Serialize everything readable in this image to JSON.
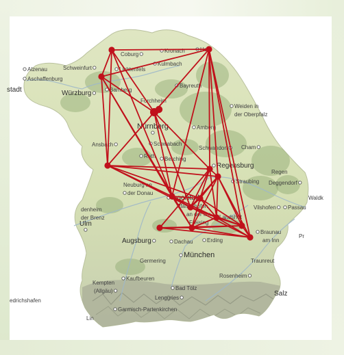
{
  "colors": {
    "land_light": "#e3e8c8",
    "land_mid": "#c9d6a0",
    "forest": "#8fa870",
    "alps": "#a7ad96",
    "route": "#c0111b",
    "label": "#3f3f3f"
  },
  "map": {
    "places": [
      {
        "key": "alzenau",
        "name": "Alzenau",
        "dot": true
      },
      {
        "key": "aschaffenburg",
        "name": "Aschaffenburg",
        "dot": true
      },
      {
        "key": "stadt",
        "name": "stadt",
        "dot": false
      },
      {
        "key": "wuerzburg",
        "name": "Würzburg",
        "dot": true
      },
      {
        "key": "schweinfurt",
        "name": "Schweinfurt",
        "dot": true
      },
      {
        "key": "coburg",
        "name": "Coburg",
        "dot": true
      },
      {
        "key": "kronach",
        "name": "Kronach",
        "dot": true
      },
      {
        "key": "hof",
        "name": "Hof",
        "dot": true
      },
      {
        "key": "lichtenfels",
        "name": "Lichtenfels",
        "dot": true
      },
      {
        "key": "kulmbach",
        "name": "Kulmbach",
        "dot": true
      },
      {
        "key": "bamberg",
        "name": "Bamberg",
        "dot": true
      },
      {
        "key": "bayreuth",
        "name": "Bayreuth",
        "dot": true
      },
      {
        "key": "forchheim",
        "name": "Forchheim",
        "dot": false
      },
      {
        "key": "weiden",
        "name": "Weiden in",
        "dot": true
      },
      {
        "key": "weiden2",
        "name": "der Oberpfalz",
        "dot": false
      },
      {
        "key": "nuernberg",
        "name": "Nürnberg",
        "dot": true
      },
      {
        "key": "ansbach",
        "name": "Ansbach",
        "dot": true
      },
      {
        "key": "schwabach",
        "name": "Schwabach",
        "dot": true
      },
      {
        "key": "amberg",
        "name": "Amberg",
        "dot": true
      },
      {
        "key": "schwandorf",
        "name": "Schwandorf",
        "dot": true
      },
      {
        "key": "cham",
        "name": "Cham",
        "dot": true
      },
      {
        "key": "roth",
        "name": "Roth",
        "dot": true
      },
      {
        "key": "berching",
        "name": "Berching",
        "dot": true
      },
      {
        "key": "regensburg",
        "name": "Regensburg",
        "dot": true
      },
      {
        "key": "regen",
        "name": "Regen",
        "dot": false
      },
      {
        "key": "straubing",
        "name": "Straubing",
        "dot": true
      },
      {
        "key": "deggendorf",
        "name": "Deggendorf",
        "dot": true
      },
      {
        "key": "neuburg",
        "name": "Neuburg an",
        "dot": false
      },
      {
        "key": "neuburg2",
        "name": "der Donau",
        "dot": true
      },
      {
        "key": "ingolstadt",
        "name": "Ingolstadt",
        "dot": true
      },
      {
        "key": "pfaffenhofen",
        "name": "Pfaffenhofen",
        "dot": false
      },
      {
        "key": "pfaffenhofen2",
        "name": "an der Ilm",
        "dot": false
      },
      {
        "key": "landshut",
        "name": "Landshut",
        "dot": false
      },
      {
        "key": "waldk",
        "name": "Waldk",
        "dot": false
      },
      {
        "key": "vilshofen",
        "name": "Vilshofen",
        "dot": true
      },
      {
        "key": "passau",
        "name": "Passau",
        "dot": true
      },
      {
        "key": "weissenhorn",
        "name": "denheim",
        "dot": false
      },
      {
        "key": "weissenhorn2",
        "name": "der Brenz",
        "dot": false
      },
      {
        "key": "ulm",
        "name": "Ulm",
        "dot": true
      },
      {
        "key": "freising",
        "name": "Freising",
        "dot": false
      },
      {
        "key": "braunau",
        "name": "Braunau",
        "dot": true
      },
      {
        "key": "braunau2",
        "name": "am Inn",
        "dot": false
      },
      {
        "key": "pr",
        "name": "Pr",
        "dot": false
      },
      {
        "key": "augsburg",
        "name": "Augsburg",
        "dot": true
      },
      {
        "key": "dachau",
        "name": "Dachau",
        "dot": true
      },
      {
        "key": "erding",
        "name": "Erding",
        "dot": true
      },
      {
        "key": "muenchen",
        "name": "München",
        "dot": true
      },
      {
        "key": "germering",
        "name": "Germering",
        "dot": false
      },
      {
        "key": "traunreut",
        "name": "Traunreut",
        "dot": false
      },
      {
        "key": "kempten",
        "name": "Kempten",
        "dot": false
      },
      {
        "key": "kempten2",
        "name": "(Allgäu)",
        "dot": true
      },
      {
        "key": "kaufbeuren",
        "name": "Kaufbeuren",
        "dot": true
      },
      {
        "key": "rosenheim",
        "name": "Rosenheim",
        "dot": true
      },
      {
        "key": "lenggries",
        "name": "Lenggries",
        "dot": true
      },
      {
        "key": "badtoelz",
        "name": "Bad Tölz",
        "dot": true
      },
      {
        "key": "salz",
        "name": "Salz",
        "dot": false
      },
      {
        "key": "friedrichshafen",
        "name": "edrichshafen",
        "dot": false
      },
      {
        "key": "garmisch",
        "name": "Garmisch-Partenkirchen",
        "dot": true
      },
      {
        "key": "lin",
        "name": "Lin",
        "dot": false
      }
    ],
    "hubs": [
      "H1",
      "H2",
      "H3",
      "H4",
      "H5",
      "H6",
      "H7",
      "H8",
      "H9",
      "H10",
      "H11",
      "H12",
      "H13",
      "H14",
      "H15"
    ],
    "routes": [
      [
        "H1",
        "H2"
      ],
      [
        "H1",
        "H3"
      ],
      [
        "H1",
        "H4"
      ],
      [
        "H1",
        "H9"
      ],
      [
        "H1",
        "H5"
      ],
      [
        "H2",
        "H3"
      ],
      [
        "H2",
        "H4"
      ],
      [
        "H2",
        "H9"
      ],
      [
        "H2",
        "H7"
      ],
      [
        "H2",
        "H6"
      ],
      [
        "H2",
        "H14"
      ],
      [
        "H2",
        "H13"
      ],
      [
        "H3",
        "H4"
      ],
      [
        "H3",
        "H5"
      ],
      [
        "H3",
        "H9"
      ],
      [
        "H3",
        "H12"
      ],
      [
        "H4",
        "H5"
      ],
      [
        "H4",
        "H7"
      ],
      [
        "H4",
        "H9"
      ],
      [
        "H4",
        "H10"
      ],
      [
        "H5",
        "H6"
      ],
      [
        "H5",
        "H7"
      ],
      [
        "H5",
        "H8"
      ],
      [
        "H5",
        "H9"
      ],
      [
        "H5",
        "H10"
      ],
      [
        "H6",
        "H7"
      ],
      [
        "H6",
        "H8"
      ],
      [
        "H6",
        "H10"
      ],
      [
        "H6",
        "H11"
      ],
      [
        "H6",
        "H12"
      ],
      [
        "H6",
        "H13"
      ],
      [
        "H6",
        "H14"
      ],
      [
        "H7",
        "H8"
      ],
      [
        "H7",
        "H10"
      ],
      [
        "H7",
        "H11"
      ],
      [
        "H7",
        "H15"
      ],
      [
        "H8",
        "H9"
      ],
      [
        "H8",
        "H10"
      ],
      [
        "H8",
        "H11"
      ],
      [
        "H8",
        "H12"
      ],
      [
        "H8",
        "H13"
      ],
      [
        "H9",
        "H10"
      ],
      [
        "H9",
        "H11"
      ],
      [
        "H9",
        "H12"
      ],
      [
        "H10",
        "H11"
      ],
      [
        "H10",
        "H13"
      ],
      [
        "H10",
        "H14"
      ],
      [
        "H11",
        "H12"
      ],
      [
        "H11",
        "H13"
      ],
      [
        "H11",
        "H14"
      ],
      [
        "H12",
        "H13"
      ],
      [
        "H12",
        "H14"
      ],
      [
        "H12",
        "H15"
      ],
      [
        "H13",
        "H14"
      ],
      [
        "H13",
        "H15"
      ],
      [
        "H14",
        "H15"
      ]
    ]
  }
}
